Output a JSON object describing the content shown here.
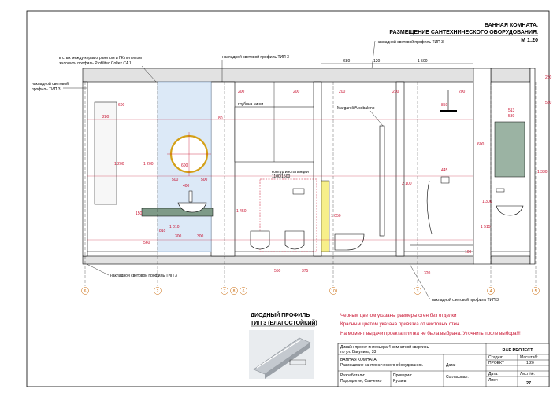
{
  "title": {
    "line1": "ВАННАЯ КОМНАТА.",
    "line2": "РАЗМЕЩЕНИЕ САНТЕХНИЧЕСКОГО ОБОРУДОВАНИЯ.",
    "scale": "М 1:20"
  },
  "callouts": {
    "top_profile": "накладной световой профиль ТИП 3",
    "joint_note_1": "в стык между керамогранитом и ГК потолком",
    "joint_note_2": "заложить профиль Profilitec Coltex CAJ",
    "left_profile_1": "накладной световой",
    "left_profile_2": "профиль ТИП 3",
    "mid_profile": "накладной световой профиль ТИП 3",
    "niche_depth": "глубина ниши",
    "mixer": "Margaroli/Arcobaleno",
    "install_1": "контур инсталляции",
    "install_2": "1100/1500",
    "bottom_left_profile": "накладной световой профиль ТИП 3",
    "bottom_right_profile": "накладной световой профиль ТИП 3"
  },
  "dims": {
    "top_680": "680",
    "top_120": "120",
    "top_1500": "1 500",
    "d250": "250",
    "d580": "580",
    "d200a": "200",
    "d200b": "200",
    "d200c": "200",
    "d200d": "200",
    "d200e": "200",
    "d850": "850",
    "d530": "530",
    "d513": "513",
    "d445": "445",
    "d280": "280",
    "d1200a": "1 200",
    "d1200b": "1 200",
    "d600a": "600",
    "d600b": "600",
    "d600c": "600",
    "d80": "80",
    "d500a": "500",
    "d500b": "500",
    "d400": "400",
    "d300a": "300",
    "d300b": "300",
    "d1050": "1 050",
    "d1450": "1 450",
    "d2100": "2 100",
    "d1300": "1 300",
    "d1330": "1 330",
    "d550": "550",
    "d375": "375",
    "d320": "320",
    "d150": "150",
    "d810": "810",
    "d1010": "1 010",
    "d560": "560",
    "d1515": "1 515",
    "d100": "100"
  },
  "axes": [
    "6",
    "2",
    "7",
    "8",
    "6",
    "10",
    "3",
    "4",
    "5"
  ],
  "profile_caption": {
    "line1": "ДИОДНЫЙ ПРОФИЛЬ",
    "line2": "ТИП 3 (ВЛАГОСТОЙКИЙ)"
  },
  "notes": [
    "Черным цветом указаны размеры стен без отделки",
    "Красным цветом указана привязка от чистовых стен",
    "На момент выдачи проекта,плитка не была выбрана. Уточнить после выбора!!!"
  ],
  "titleblock": {
    "project_1": "Дизайн-проект интерьера 4-комнатной квартиры",
    "project_2": "по ул. Бакулина, 33",
    "company": "R&P PROJECT",
    "sheet_1": "ВАННАЯ КОМНАТА.",
    "sheet_2": "Размещение сантехнического оборудования.",
    "date_label": "Дата:",
    "stage_label": "Стадия:",
    "scale_label": "Масштаб:",
    "stage_value": "ПРОЕКТ",
    "scale_value": "1:20",
    "developed_label": "Разработали:",
    "developed_value": "Подопригин, Савченко",
    "checked_label": "Проверил:",
    "checked_value": "Рузаев",
    "agreed_label": "Согласовал:",
    "date2_label": "Дата:",
    "sheet_label": "Лист:",
    "sheetno_label": "Лист №:",
    "sheet_no": "27"
  },
  "colors": {
    "dim_red": "#c8102e",
    "glass_blue": "#dce9f7",
    "tile_green": "#9bb3a3",
    "accent_yellow": "#f7ef8a",
    "axis_orange": "#c86400"
  }
}
